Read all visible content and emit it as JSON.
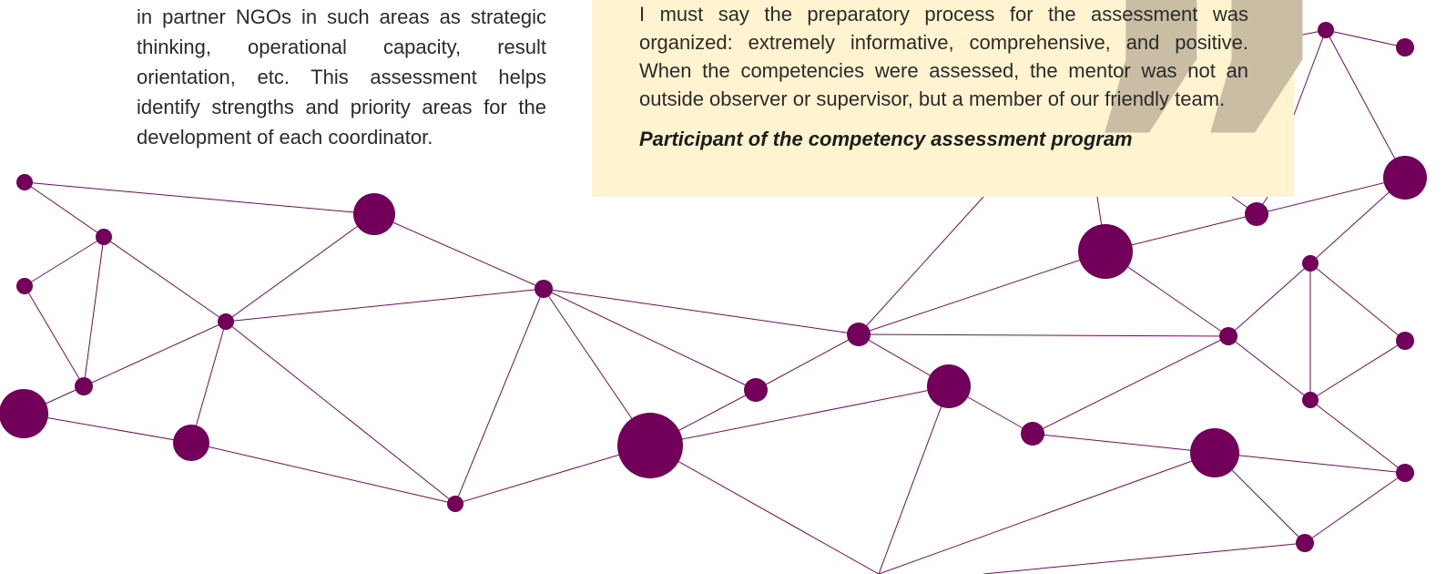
{
  "left_paragraph": {
    "text": "in partner NGOs in such areas as strategic thinking, operational capacity, result orientation, etc. This assessment helps identify strengths and priority areas for the development of each coordinator."
  },
  "quote": {
    "text_partial_top": "I must say the preparatory process for the assessment",
    "text": "was organized: extremely informative, comprehensive, and positive. When the competencies were assessed, the mentor was not an outside observer or supervisor, but a member of our friendly team.",
    "author": "Participant of the competency assessment program",
    "mark_glyph": "”"
  },
  "colors": {
    "node": "#72005a",
    "edge": "#7a0a5a",
    "quote_background": "#fff4cf",
    "quote_mark": "#c9bea3"
  }
}
